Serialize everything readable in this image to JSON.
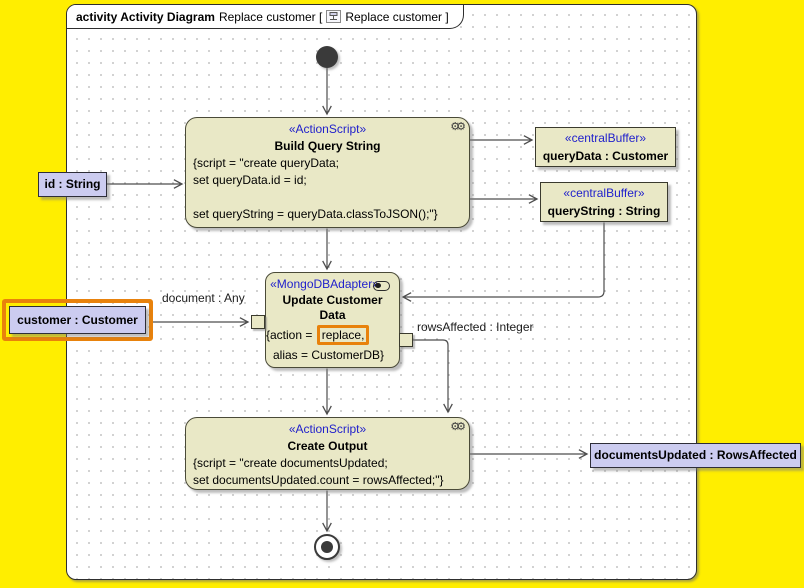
{
  "frame": {
    "title_bold": "activity Activity Diagram",
    "title_name": "Replace customer [",
    "title_ref": "Replace customer ]"
  },
  "colors": {
    "canvas_yellow": "#FFEE00",
    "node_fill": "#E9E8C6",
    "object_fill": "#CCCCF0",
    "stereotype_blue": "#2121CC",
    "selection_orange": "#E8820C",
    "edge_gray": "#4D4D4D"
  },
  "nodes": {
    "build_query": {
      "stereotype": "«ActionScript»",
      "name": "Build Query String",
      "body": [
        "{script = \"create queryData;",
        "set queryData.id = id;",
        "",
        "set queryString = queryData.classToJSON();\"}"
      ]
    },
    "query_data_buffer": {
      "stereotype": "«centralBuffer»",
      "name": "queryData : Customer"
    },
    "query_string_buffer": {
      "stereotype": "«centralBuffer»",
      "name": "queryString : String"
    },
    "id_object": {
      "name": "id : String"
    },
    "customer_object": {
      "name": "customer : Customer"
    },
    "update_customer": {
      "stereotype": "«MongoDBAdapter»",
      "name_line1": "Update Customer",
      "name_line2": "Data",
      "action_prefix": "{action = ",
      "action_highlight": "replace,",
      "alias_line": "alias = CustomerDB}"
    },
    "create_output": {
      "stereotype": "«ActionScript»",
      "name": "Create Output",
      "body": [
        "{script = \"create documentsUpdated;",
        "set documentsUpdated.count = rowsAffected;\"}"
      ]
    },
    "documents_updated_object": {
      "name": "documentsUpdated : RowsAffected"
    }
  },
  "edge_labels": {
    "document_any": "document : Any",
    "rows_affected": "rowsAffected : Integer"
  },
  "icons": {
    "gears": "⚙⚙"
  }
}
